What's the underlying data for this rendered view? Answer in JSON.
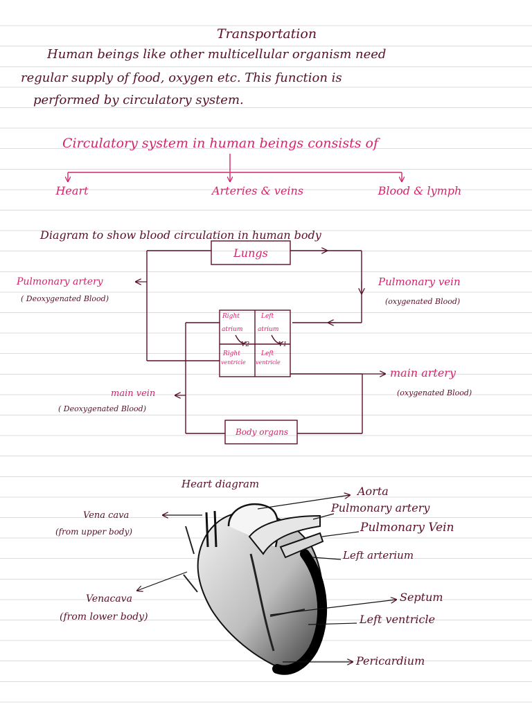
{
  "title": "Transportation",
  "intro": {
    "line1": "Human beings like other multicellular organism need",
    "line2": "regular supply of food, oxygen etc. This function is",
    "line3": "performed by circulatory system."
  },
  "consists": {
    "heading": "Circulatory system in human beings consists of",
    "items": [
      "Heart",
      "Arteries & veins",
      "Blood & lymph"
    ]
  },
  "circulation": {
    "heading": "Diagram to show blood circulation in human body",
    "lungs": "Lungs",
    "pulmonary_artery": "Pulmonary artery",
    "pulmonary_artery_note": "( Deoxygenated Blood)",
    "pulmonary_vein": "Pulmonary vein",
    "pulmonary_vein_note": "(oxygenated Blood)",
    "chambers": {
      "ra1": "Right",
      "ra2": "atrium",
      "la1": "Left",
      "la2": "atrium",
      "rv1": "Right",
      "rv2": "ventricle",
      "lv1": "Left",
      "lv2": "ventricle",
      "v1": "V1",
      "v2": "V2"
    },
    "main_artery": "main artery",
    "main_artery_note": "(oxygenated Blood)",
    "main_vein": "main vein",
    "main_vein_note": "( Deoxygenated Blood)",
    "body_organs": "Body organs"
  },
  "heart_diagram": {
    "heading": "Heart diagram",
    "labels": {
      "aorta": "Aorta",
      "pulmonary_artery": "Pulmonary artery",
      "pulmonary_vein": "Pulmonary Vein",
      "left_atrium": "Left arterium",
      "septum": "Septum",
      "left_ventricle": "Left ventricle",
      "pericardium": "Pericardium",
      "vena_cava_upper": "Vena cava",
      "vena_cava_upper_note": "(from upper body)",
      "vena_cava_lower": "Venacava",
      "vena_cava_lower_note": "(from lower body)"
    }
  },
  "colors": {
    "ink": "#5b0f27",
    "pink": "#d4246a",
    "rule": "#dcdcdc"
  }
}
